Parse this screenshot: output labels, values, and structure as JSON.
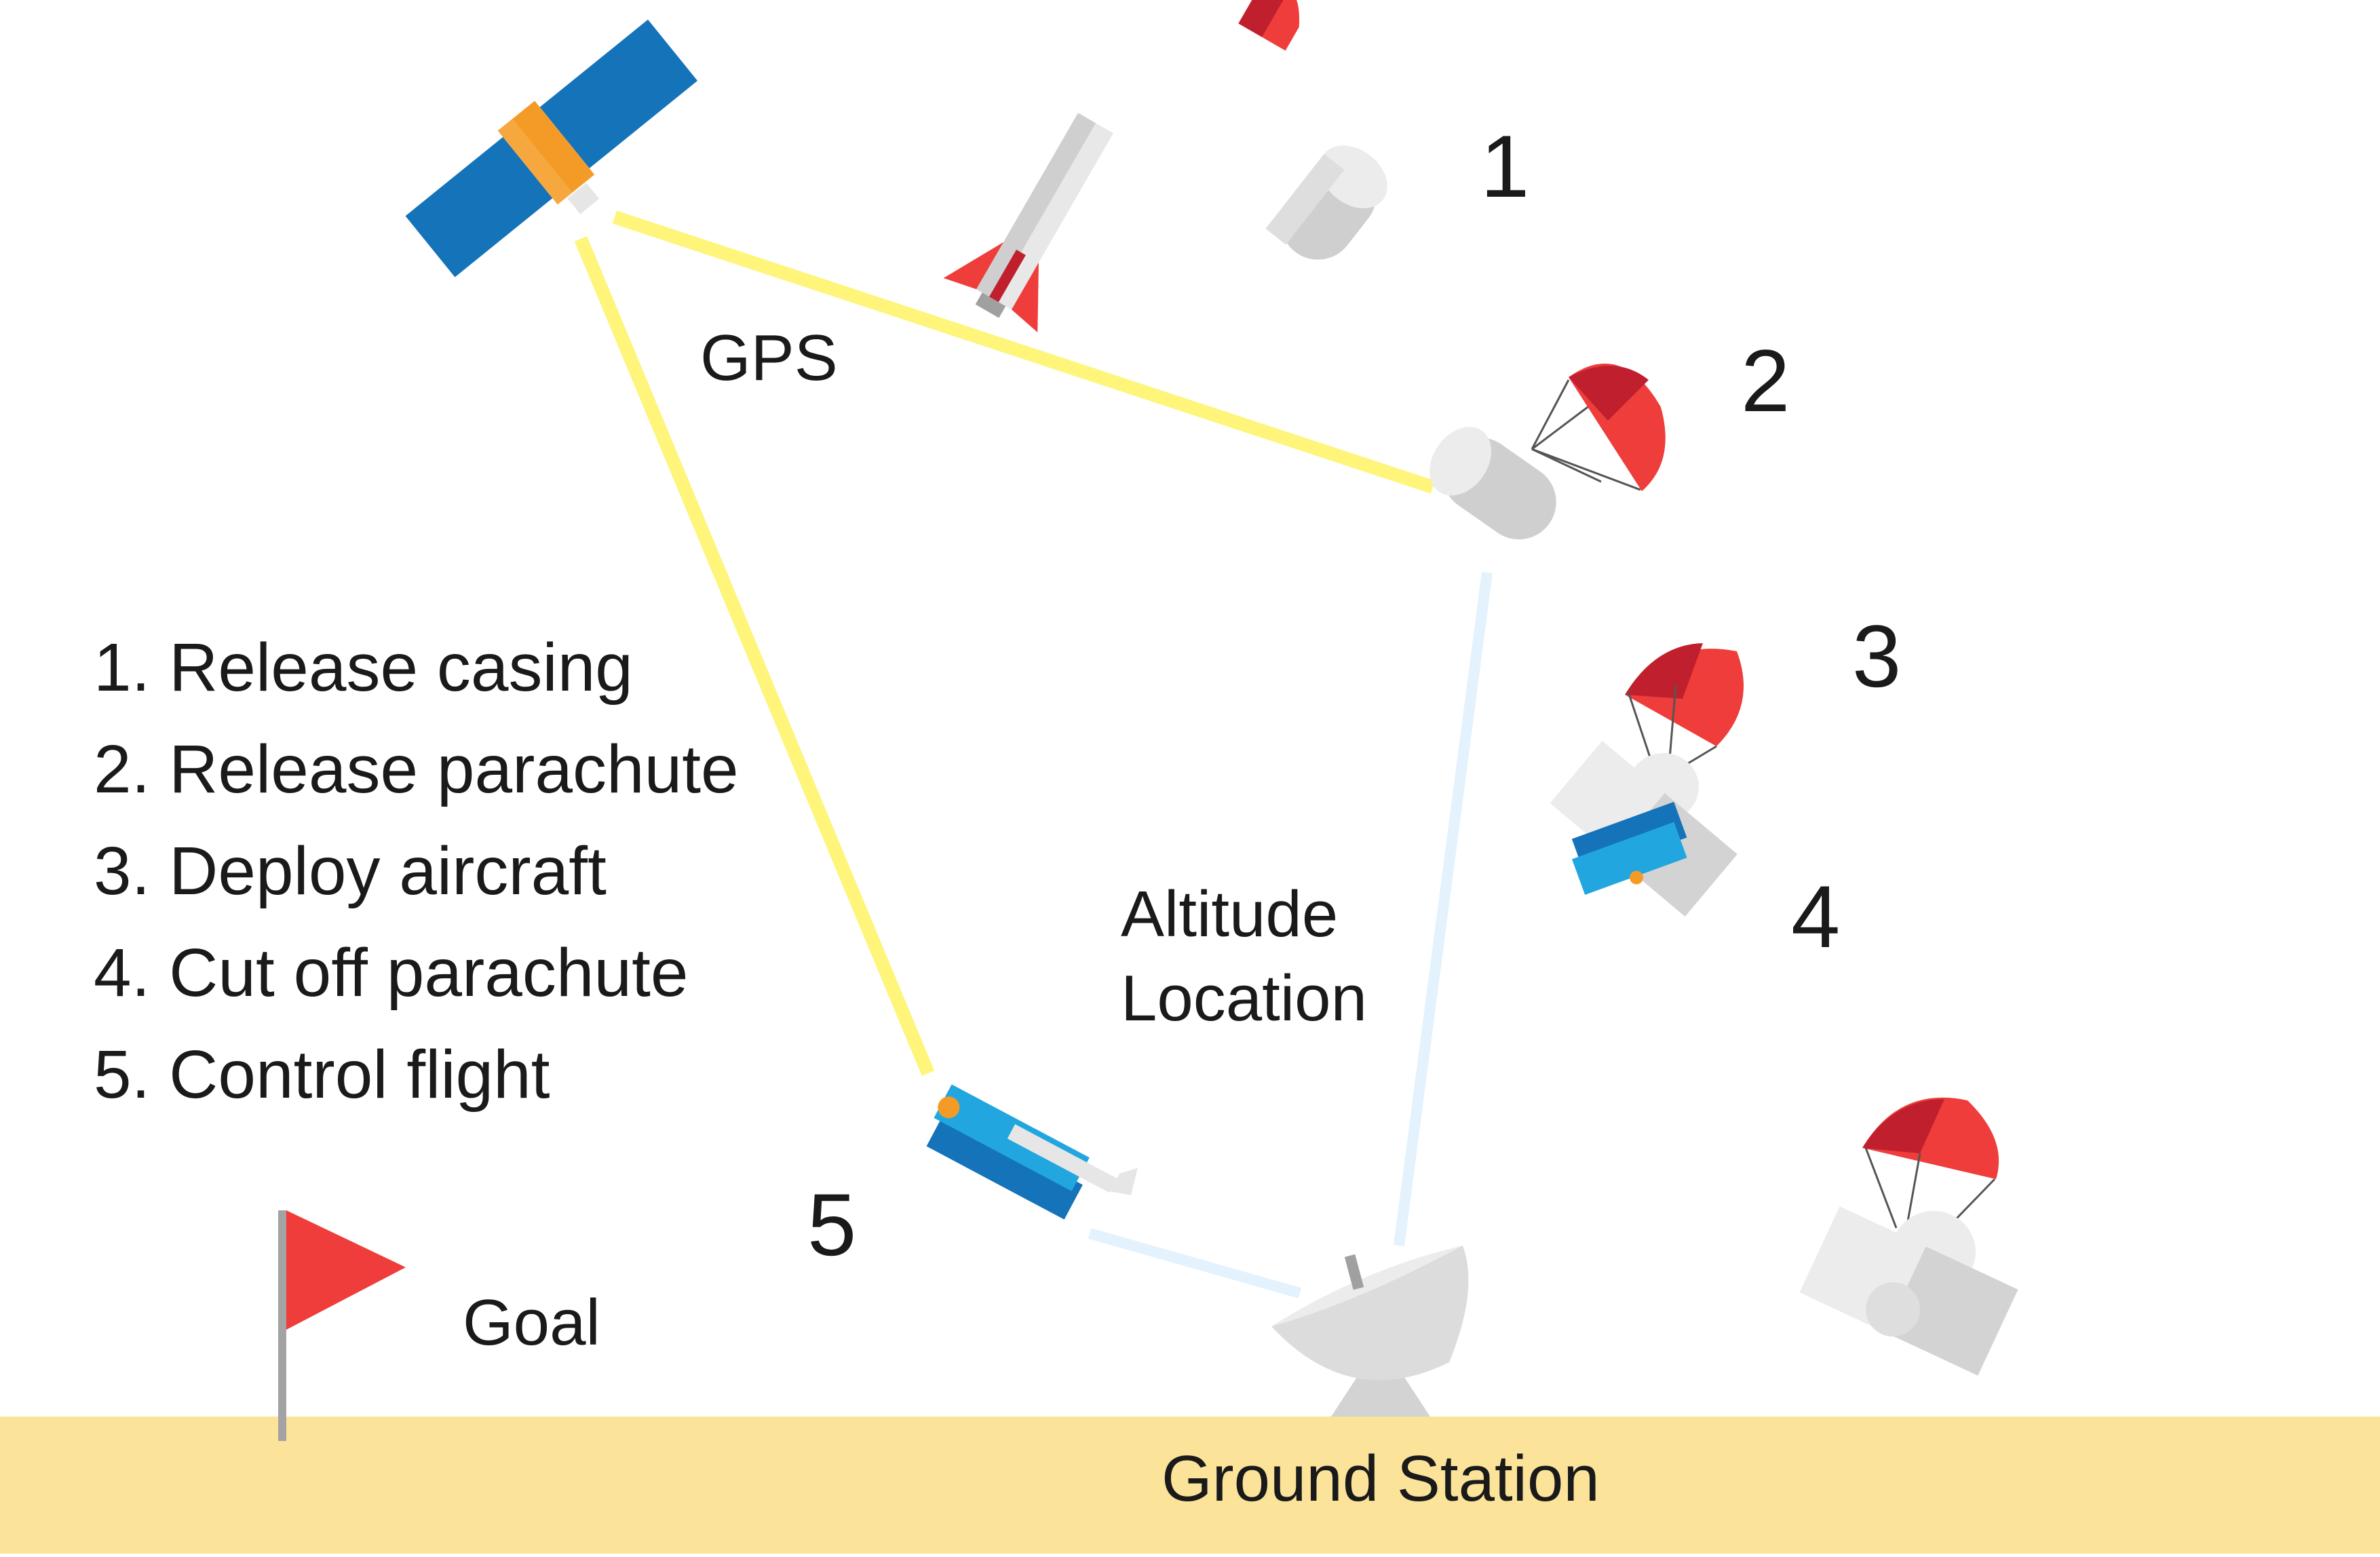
{
  "colors": {
    "ground": "#fbe39a",
    "gps_link": "#fef57a",
    "radio_link": "#e3f2fc",
    "satellite_panel": "#1473b9",
    "satellite_body": "#f49b27",
    "parachute_dark": "#c0202e",
    "parachute_light": "#ee3d3b",
    "aircraft_blue": "#21a6e0",
    "flag": "#ee3d3b",
    "casing_gray": "#cfcfcf"
  },
  "labels": {
    "gps": "GPS",
    "telemetry_line1": "Altitude",
    "telemetry_line2": "Location",
    "goal": "Goal",
    "ground_station": "Ground Station"
  },
  "step_numbers": [
    "1",
    "2",
    "3",
    "4",
    "5"
  ],
  "legend": [
    "1. Release casing",
    "2. Release parachute",
    "3. Deploy aircraft",
    "4. Cut off parachute",
    "5. Control flight"
  ],
  "icons": {
    "satellite": "satellite-icon",
    "rocket": "rocket-icon",
    "rocket_nose": "rocket-nose-icon",
    "casing": "casing-icon",
    "payload_parachute": "payload-parachute-icon",
    "aircraft_parachute": "aircraft-parachute-icon",
    "drifting_parachute": "drifting-parachute-icon",
    "biplane": "biplane-icon",
    "dish": "satellite-dish-icon",
    "flag": "goal-flag-icon"
  }
}
